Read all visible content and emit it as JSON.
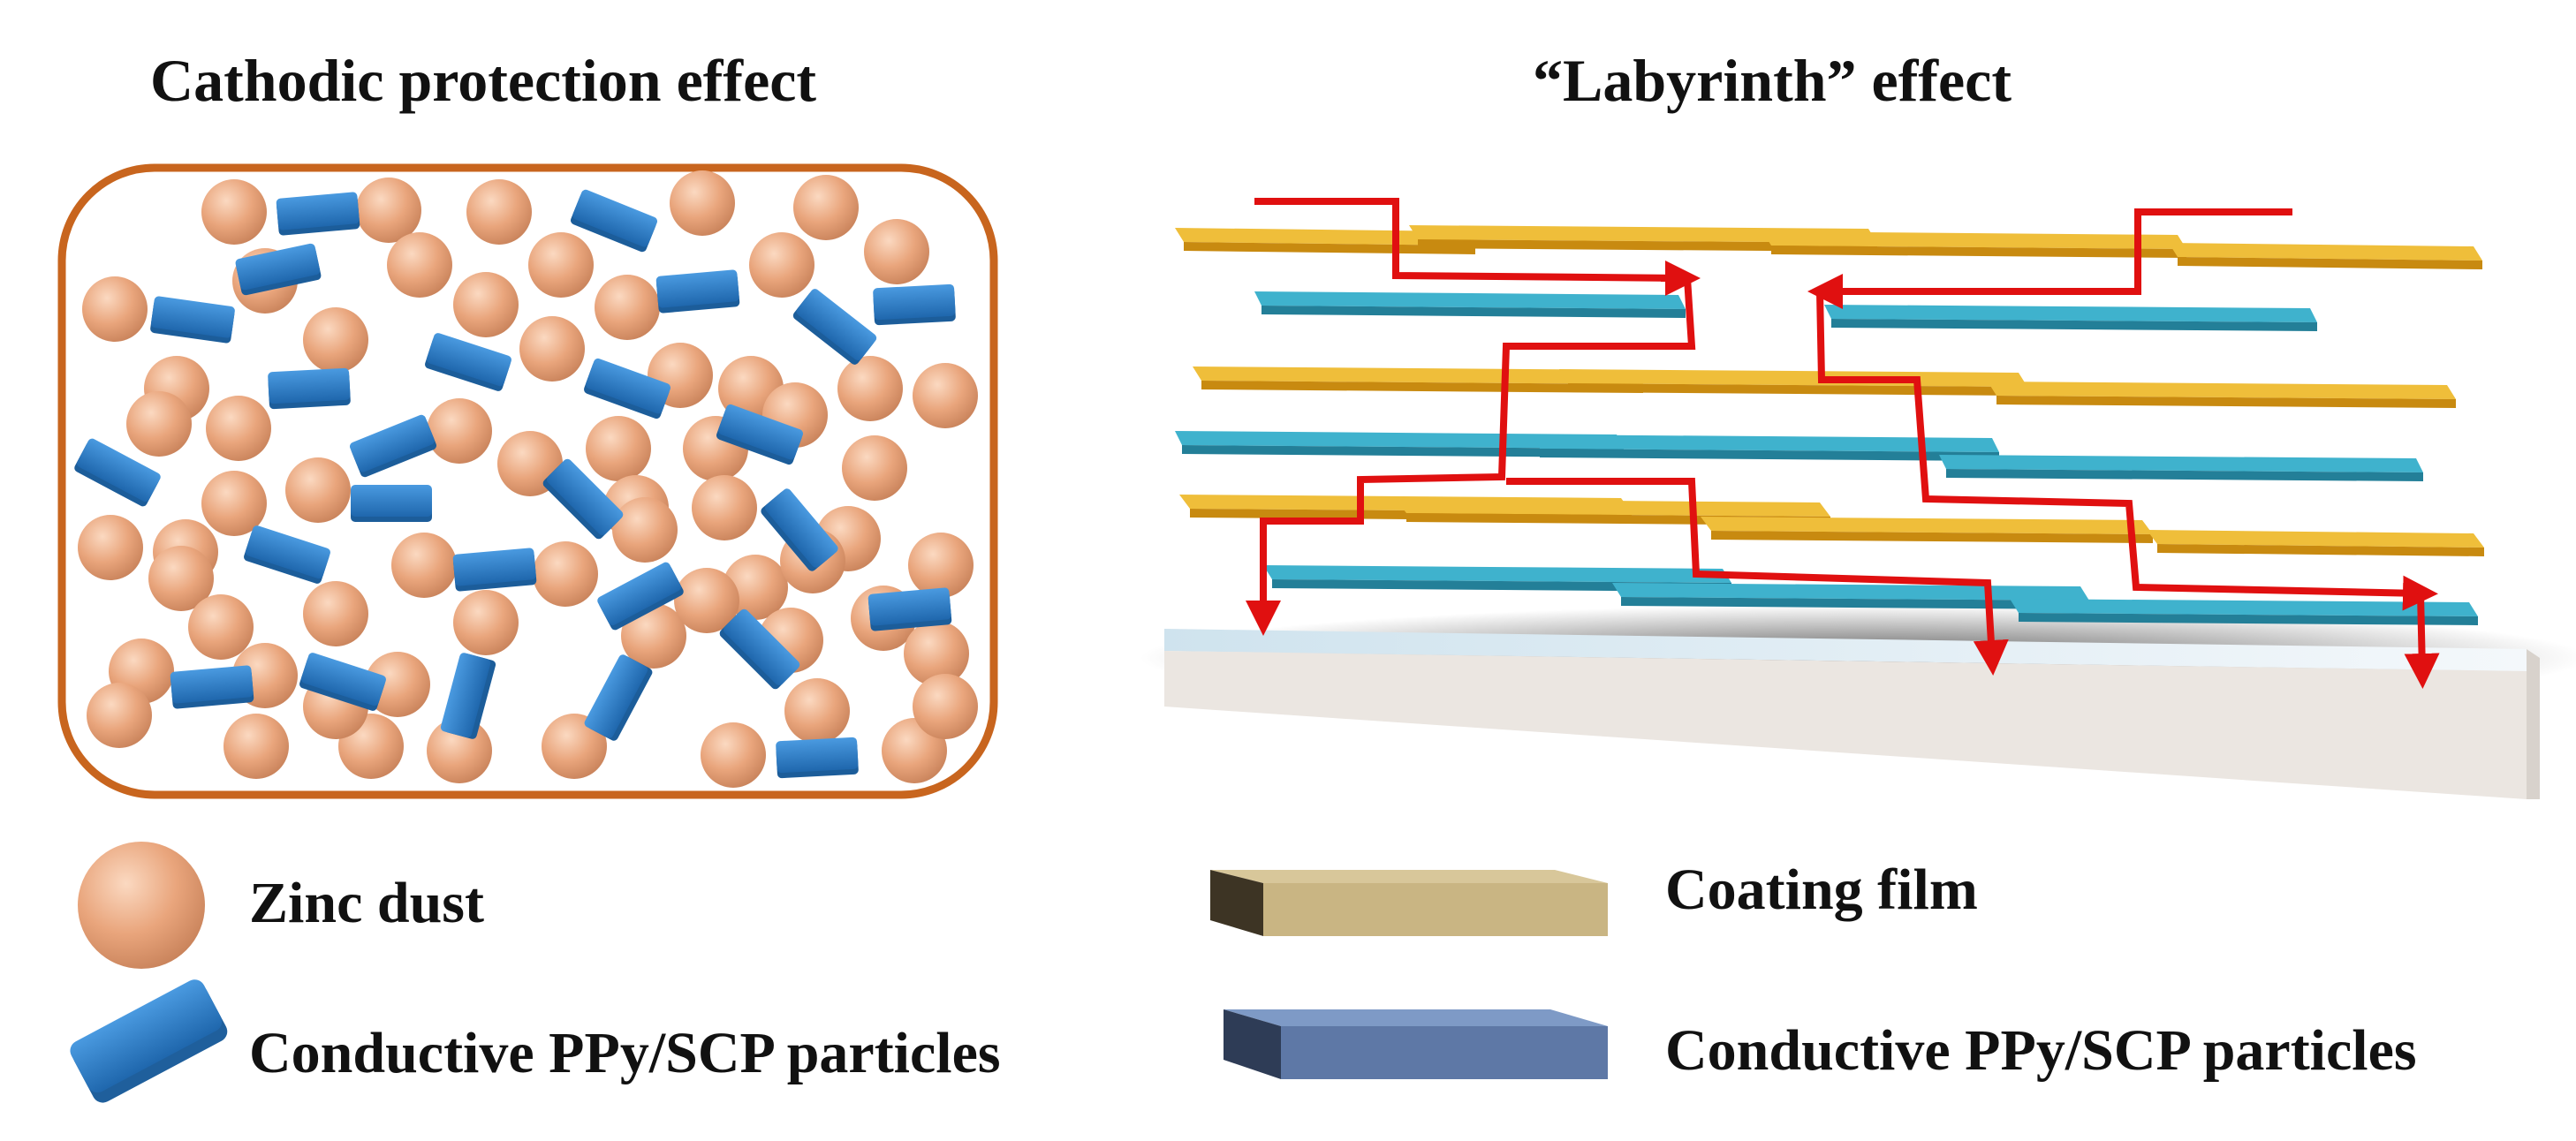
{
  "left_panel": {
    "title": "Cathodic protection effect"
  },
  "right_panel": {
    "title": "“Labyrinth” effect"
  },
  "legend": {
    "zinc_label": "Zinc dust",
    "ppy_left_label": "Conductive PPy/SCP particles",
    "coating_label": "Coating film",
    "ppy_right_label": "Conductive PPy/SCP particles"
  },
  "colors": {
    "box_border": "#c8651e",
    "zinc": "#e7a47c",
    "ppy": "#2d7cc4",
    "coating": "#e2a317",
    "teal_plate": "#2f9bb8",
    "path": "#e01010",
    "substrate": "#ece8e4"
  }
}
